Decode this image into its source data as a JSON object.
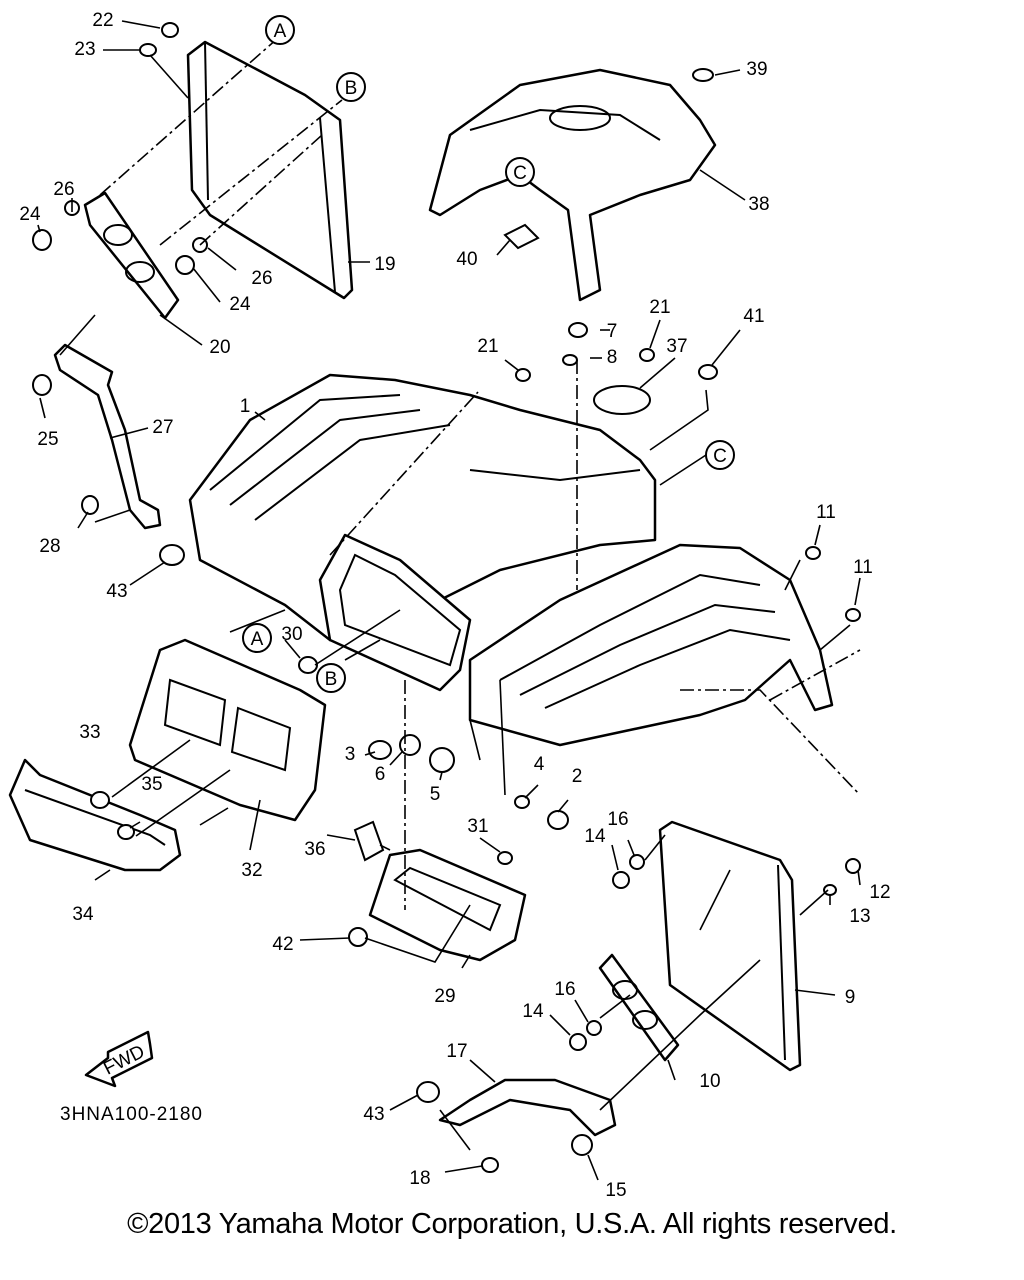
{
  "diagram": {
    "code": "3HNA100-2180",
    "fwd_label": "FWD",
    "ref_letters": [
      "A",
      "B",
      "C"
    ],
    "callouts": [
      "1",
      "2",
      "3",
      "4",
      "5",
      "6",
      "7",
      "8",
      "9",
      "10",
      "11",
      "12",
      "13",
      "14",
      "15",
      "16",
      "17",
      "18",
      "19",
      "20",
      "21",
      "22",
      "23",
      "24",
      "25",
      "26",
      "27",
      "28",
      "29",
      "30",
      "31",
      "32",
      "33",
      "34",
      "35",
      "36",
      "37",
      "38",
      "39",
      "40",
      "41",
      "42",
      "43"
    ]
  },
  "footer": {
    "copyright": "©2013 Yamaha Motor Corporation, U.S.A. All rights reserved."
  }
}
